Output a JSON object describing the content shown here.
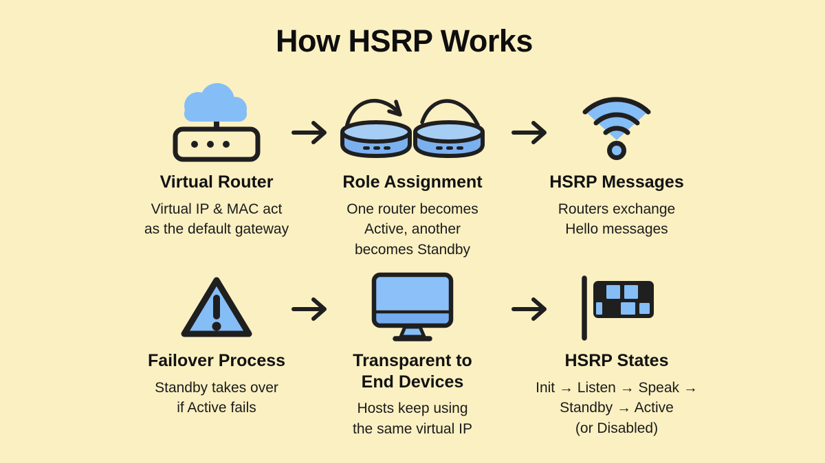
{
  "title": "How HSRP Works",
  "colors": {
    "background": "#FBF0C2",
    "icon_blue": "#85BDF7",
    "icon_blue_light": "#A6CDF4",
    "icon_blue_dark": "#74ABEF",
    "outline_black": "#1F1F1F",
    "text": "#161616"
  },
  "connector_icon": "right-arrow-icon",
  "steps": [
    {
      "icon": "cloud-router-icon",
      "title": "Virtual Router",
      "description": [
        "Virtual IP & MAC act",
        "as the default gateway"
      ]
    },
    {
      "icon": "router-role-swap-icon",
      "title": "Role Assignment",
      "description": [
        "One router becomes",
        "Active, another",
        "becomes Standby"
      ]
    },
    {
      "icon": "wifi-signal-icon",
      "title": "HSRP Messages",
      "description": [
        "Routers exchange",
        "Hello messages"
      ]
    },
    {
      "icon": "warning-triangle-icon",
      "title": "Failover Process",
      "description": [
        "Standby takes over",
        "if Active fails"
      ]
    },
    {
      "icon": "desktop-monitor-icon",
      "title": [
        "Transparent to",
        "End Devices"
      ],
      "description": [
        "Hosts keep using",
        "the same virtual IP"
      ]
    },
    {
      "icon": "checkered-flag-icon",
      "title": "HSRP States",
      "description": [
        "Init → Listen → Speak →",
        "Standby → Active",
        "(or Disabled)"
      ]
    }
  ]
}
